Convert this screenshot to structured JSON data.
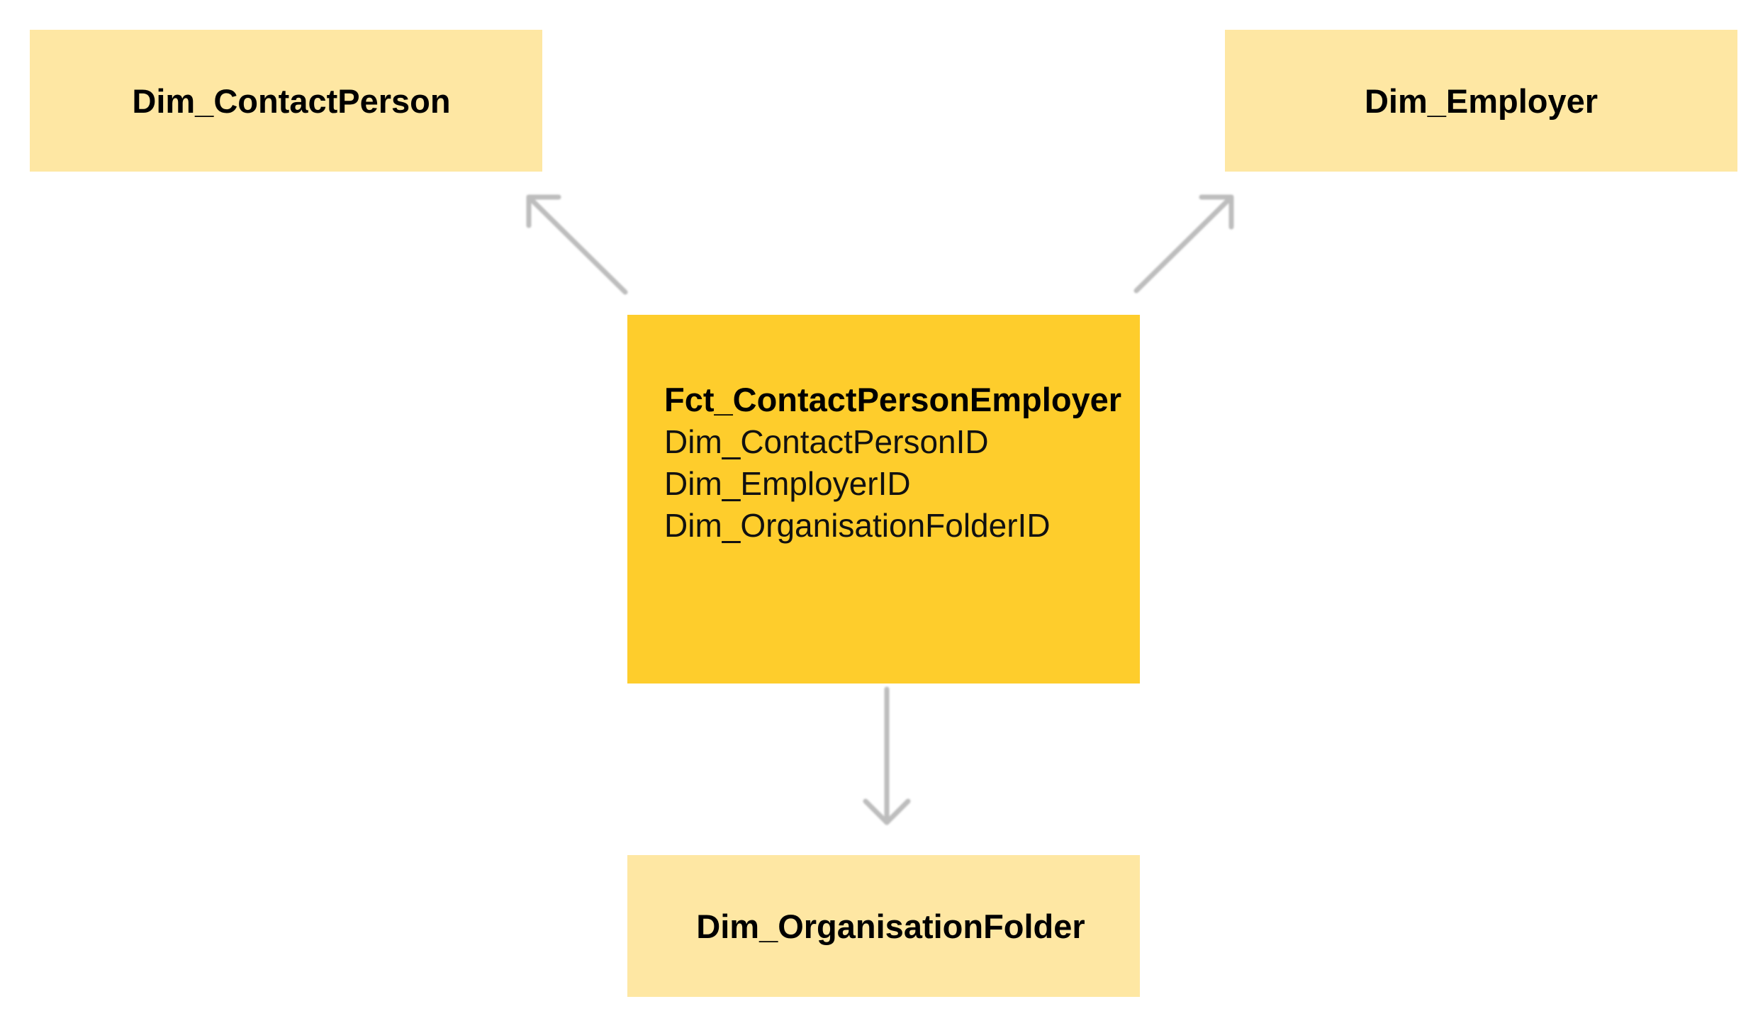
{
  "diagram": {
    "dimensions": {
      "contact_person": "Dim_ContactPerson",
      "employer": "Dim_Employer",
      "organisation_folder": "Dim_OrganisationFolder"
    },
    "fact": {
      "title": "Fct_ContactPersonEmployer",
      "fields": [
        "Dim_ContactPersonID",
        "Dim_EmployerID",
        "Dim_OrganisationFolderID"
      ]
    },
    "colors": {
      "dimension_fill": "#fee7a3",
      "fact_fill": "#fecd2c",
      "arrow": "#bdbdbd"
    }
  }
}
